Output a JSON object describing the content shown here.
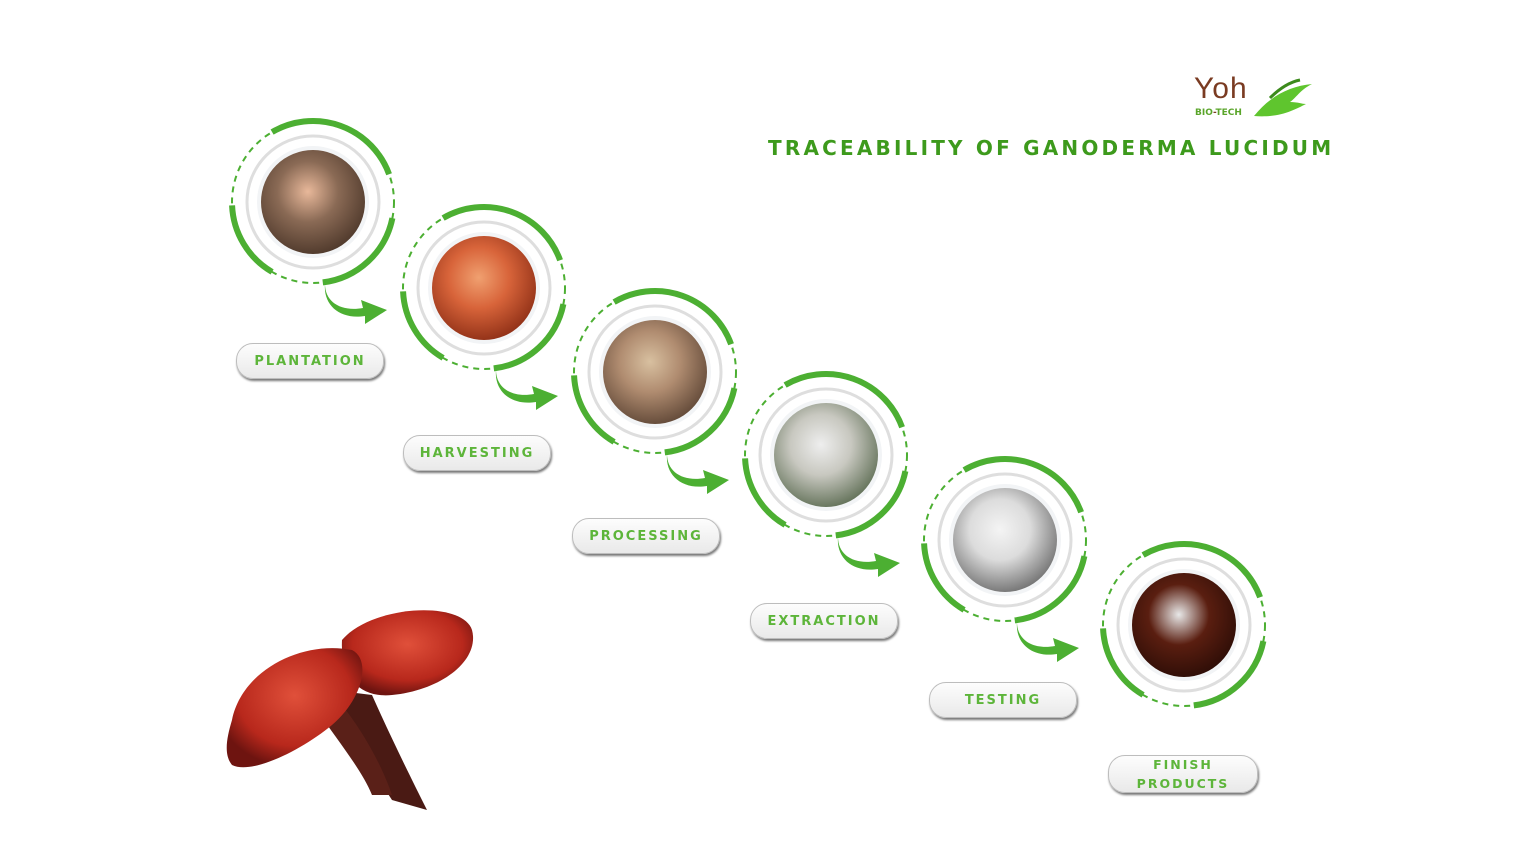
{
  "logo": {
    "brand": "Yoh",
    "sub_left": "BIO",
    "sub_sep": "-",
    "sub_right": "TECH"
  },
  "title": "TRACEABILITY OF GANODERMA LUCIDUM",
  "colors": {
    "green": "#4caf32",
    "title_green": "#3d9a1c",
    "label_green": "#5db53a",
    "brand_brown": "#7a3b22"
  },
  "steps": [
    {
      "label": "PLANTATION",
      "photo": "mushrooms-in-soil"
    },
    {
      "label": "HARVESTING",
      "photo": "harvested-mushrooms"
    },
    {
      "label": "PROCESSING",
      "photo": "mushroom-slices"
    },
    {
      "label": "EXTRACTION",
      "photo": "extraction-tanks"
    },
    {
      "label": "TESTING",
      "photo": "lab-technician"
    },
    {
      "label": "FINISH PRODUCTS",
      "photo": "powder-dish"
    }
  ]
}
